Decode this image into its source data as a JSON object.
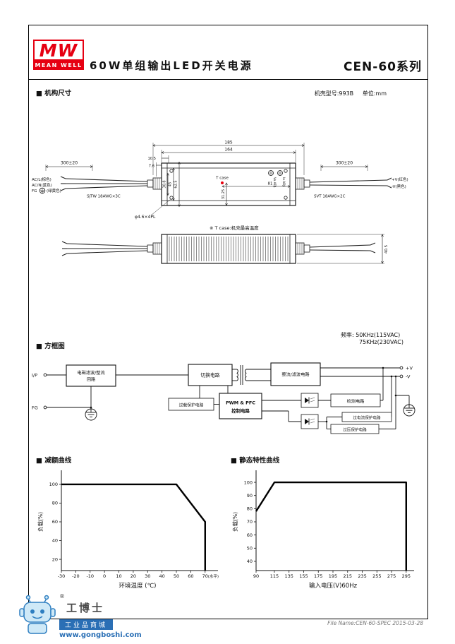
{
  "header": {
    "logo_mw": "MW",
    "logo_meanwell": "MEAN WELL",
    "title": "60W单组输出LED开关电源",
    "series": "CEN-60系列"
  },
  "mech": {
    "section_title": "■ 机构尺寸",
    "case_note": "机壳型号:993B",
    "unit_note": "单位:mm",
    "dim185": "185",
    "dim164": "164",
    "dim105": "10.5",
    "dim76": "7.6",
    "dim_w_inner": "30.8",
    "dim_w_mid": "45",
    "dim_w_outer": "62.5",
    "dim3125": "31.25",
    "dim81": "81",
    "dim405": "40.5",
    "holes": "φ4.6×4PL",
    "tcase": "T case",
    "tcase_note": "※ T case:机壳最高温度",
    "wire_len_left": "300±20",
    "wire_len_right": "300±20",
    "acl": "AC/L(棕色)",
    "acn": "AC/N(蓝色)",
    "fg": "FG",
    "fg_color": "(绿黄色)",
    "cable_left": "SJTW 18AWG×3C",
    "cable_right": "SVT 18AWG×2C",
    "vplus": "+V(红色)",
    "vminus": "-V(黑色)",
    "vo_adj": "Vo ADJ.",
    "io_adj": "Io ADJ."
  },
  "block": {
    "section_title": "■ 方框图",
    "freq_line1": "频率: 50KHz(115VAC)",
    "freq_line2": "75KHz(230VAC)",
    "ip": "I/P",
    "fg": "FG",
    "emi_line1": "电磁滤波/整流",
    "emi_line2": "回路",
    "switch": "切换电路",
    "rectifier": "整流/滤波电路",
    "overload": "过载保护电路",
    "pwm_line1": "PWM & PFC",
    "pwm_line2": "控制电路",
    "detect": "检测电路",
    "ocp": "过电流保护电路",
    "ovp": "过压保护电路",
    "vplus": "+V",
    "vminus": "-V"
  },
  "charts_section": {
    "derating_title": "■ 减额曲线",
    "static_title": "■ 静态特性曲线"
  },
  "chart_data": [
    {
      "type": "line",
      "name": "derating",
      "title": "减额曲线",
      "xlabel": "环境温度 (℃)",
      "ylabel": "负载(%)",
      "x_ticks": [
        -30,
        -20,
        -10,
        0,
        10,
        20,
        30,
        40,
        50,
        60,
        70
      ],
      "x_note": "(水平)",
      "y_ticks": [
        20,
        40,
        60,
        80,
        100
      ],
      "xlim": [
        -30,
        76
      ],
      "ylim": [
        8,
        112
      ],
      "points": [
        [
          -30,
          100
        ],
        [
          50,
          100
        ],
        [
          70,
          60
        ],
        [
          70,
          8
        ]
      ]
    },
    {
      "type": "line",
      "name": "static-characteristic",
      "title": "静态特性曲线",
      "xlabel": "输入电压(V)60Hz",
      "ylabel": "负载(%)",
      "x_ticks": [
        90,
        115,
        135,
        155,
        175,
        195,
        215,
        235,
        255,
        275,
        295
      ],
      "y_ticks": [
        40,
        50,
        60,
        70,
        80,
        90,
        100
      ],
      "xlim": [
        90,
        300
      ],
      "ylim": [
        33,
        107
      ],
      "points": [
        [
          90,
          78
        ],
        [
          115,
          100
        ],
        [
          295,
          100
        ],
        [
          295,
          33
        ]
      ]
    }
  ],
  "footer": {
    "reg": "®",
    "brand": "工博士",
    "brand_sub": "工业品商城",
    "url": "www.gongboshi.com",
    "file_note": "File Name:CEN-60-SPEC  2015-03-28"
  }
}
